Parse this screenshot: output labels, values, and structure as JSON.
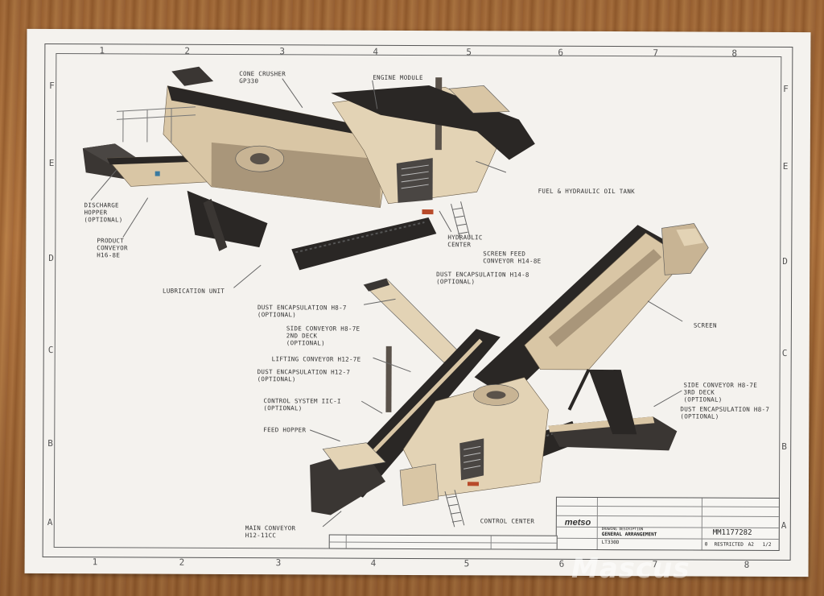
{
  "grid": {
    "columns": [
      "1",
      "2",
      "3",
      "4",
      "5",
      "6",
      "7",
      "8"
    ],
    "rows": [
      "F",
      "E",
      "D",
      "C",
      "B",
      "A"
    ]
  },
  "labels": {
    "cone_crusher": "CONE CRUSHER\nGP330",
    "engine_module": "ENGINE MODULE",
    "fuel_tank": "FUEL & HYDRAULIC OIL TANK",
    "discharge_hopper": "DISCHARGE\nHOPPER\n(OPTIONAL)",
    "product_conveyor": "PRODUCT\nCONVEYOR\nH16-8E",
    "hydraulic_center": "HYDRAULIC\nCENTER",
    "lubrication_unit": "LUBRICATION UNIT",
    "screen_feed_conveyor": "SCREEN FEED\nCONVEYOR H14-8E",
    "dust_enc_h14": "DUST ENCAPSULATION H14-8\n(OPTIONAL)",
    "dust_enc_h8_top": "DUST ENCAPSULATION H8-7\n(OPTIONAL)",
    "screen": "SCREEN",
    "side_conveyor_2nd": "SIDE CONVEYOR H8-7E\n2ND DECK\n(OPTIONAL)",
    "lifting_conveyor": "LIFTING CONVEYOR H12-7E",
    "dust_enc_h12": "DUST ENCAPSULATION H12-7\n(OPTIONAL)",
    "control_system": "CONTROL SYSTEM IIC-I\n(OPTIONAL)",
    "side_conveyor_3rd": "SIDE CONVEYOR H8-7E\n3RD DECK\n(OPTIONAL)",
    "dust_enc_h8_right": "DUST ENCAPSULATION H8-7\n(OPTIONAL)",
    "feed_hopper": "FEED HOPPER",
    "control_center": "CONTROL CENTER",
    "main_conveyor": "MAIN CONVEYOR\nH12-11CC"
  },
  "title_block": {
    "company": "metso",
    "drawing_description_label": "DRAWING DESCRIPTION",
    "title": "GENERAL ARRANGEMENT",
    "model": "LT330D",
    "drawing_number": "MM1177282",
    "status": "RESTRICTED",
    "size": "A2",
    "sheet": "1/2",
    "revision": "0"
  },
  "watermark": "Mascus",
  "colors": {
    "paper": "#f4f2ee",
    "machine_body": "#d9c6a5",
    "machine_dark": "#2a2725",
    "machine_shade": "#a9967a",
    "line": "#555555"
  }
}
